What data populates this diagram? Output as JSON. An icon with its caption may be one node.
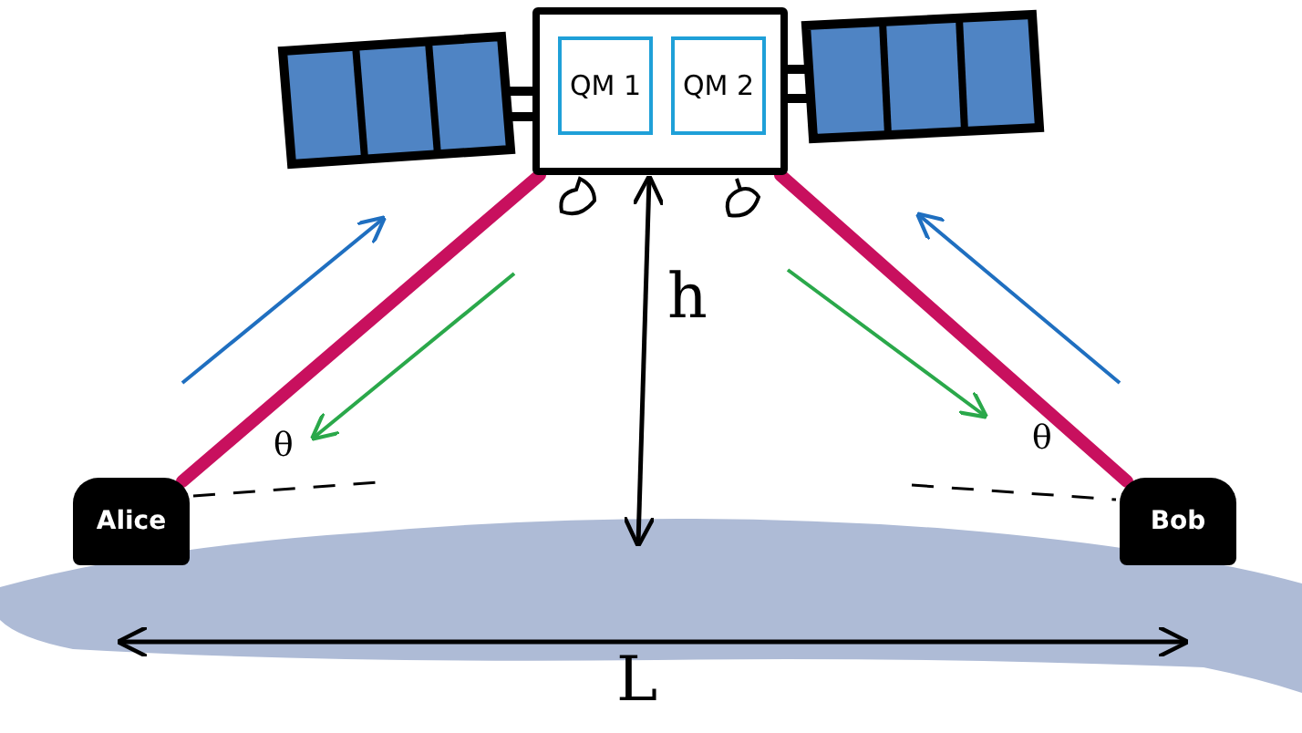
{
  "diagram": {
    "nodes": [
      {
        "text": [],
        "shape": "box"
      },
      {
        "text": [
          "QM 1"
        ],
        "in": 0
      },
      {
        "text": [
          "QM 2"
        ],
        "in": 0
      },
      {
        "text": [
          "Alice"
        ]
      },
      {
        "text": [
          "Bob"
        ]
      }
    ],
    "edges": [
      {
        "from": 0,
        "to": 3,
        "arrow": "none"
      },
      {
        "from": 0,
        "to": 4,
        "arrow": "none"
      }
    ],
    "labels": [
      "h",
      "θ",
      "θ",
      "L"
    ]
  }
}
